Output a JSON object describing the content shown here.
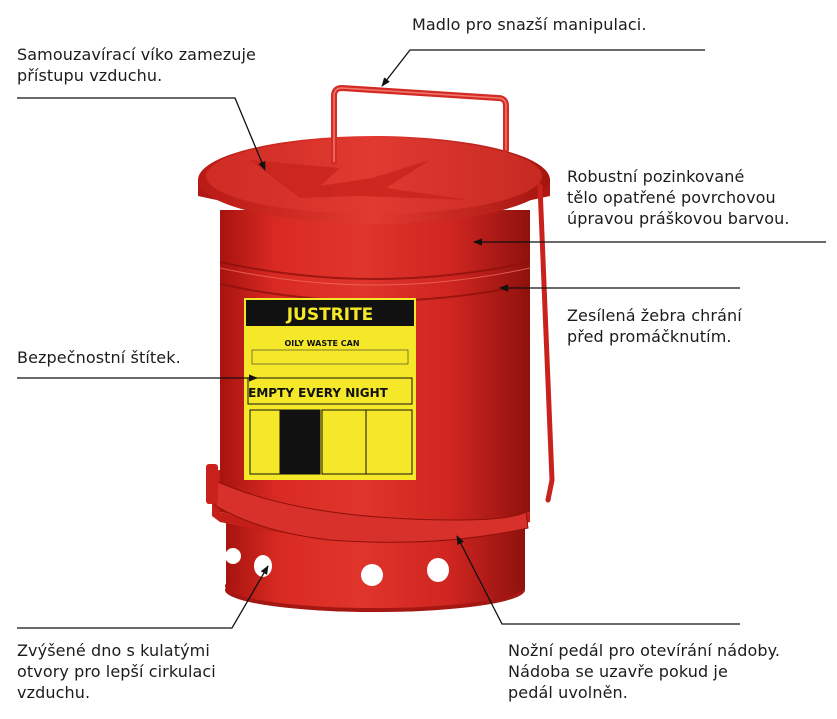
{
  "colors": {
    "can_red": "#d42a24",
    "can_shadow": "#9a1512",
    "label_yellow": "#f5e829",
    "label_black": "#111111",
    "leader_line": "#111111"
  },
  "can_label": {
    "brand": "JUSTRITE",
    "product": "OILY WASTE CAN",
    "warning": "EMPTY EVERY NIGHT"
  },
  "callouts": {
    "handle": {
      "lines": [
        "Madlo pro snazší manipulaci."
      ]
    },
    "lid": {
      "lines": [
        "Samouzavírací víko zamezuje",
        "přístupu vzduchu."
      ]
    },
    "body": {
      "lines": [
        "Robustní pozinkované",
        "tělo opatřené povrchovou",
        "úpravou práškovou barvou."
      ]
    },
    "ribs": {
      "lines": [
        "Zesílená žebra chrání",
        "před promáčknutím."
      ]
    },
    "label": {
      "lines": [
        "Bezpečnostní štítek."
      ]
    },
    "base": {
      "lines": [
        "Zvýšené dno s kulatými",
        "otvory pro lepší cirkulaci",
        "vzduchu."
      ]
    },
    "pedal": {
      "lines": [
        "Nožní pedál pro otevírání nádoby.",
        "Nádoba se uzavře pokud je",
        "pedál uvolněn."
      ]
    }
  }
}
